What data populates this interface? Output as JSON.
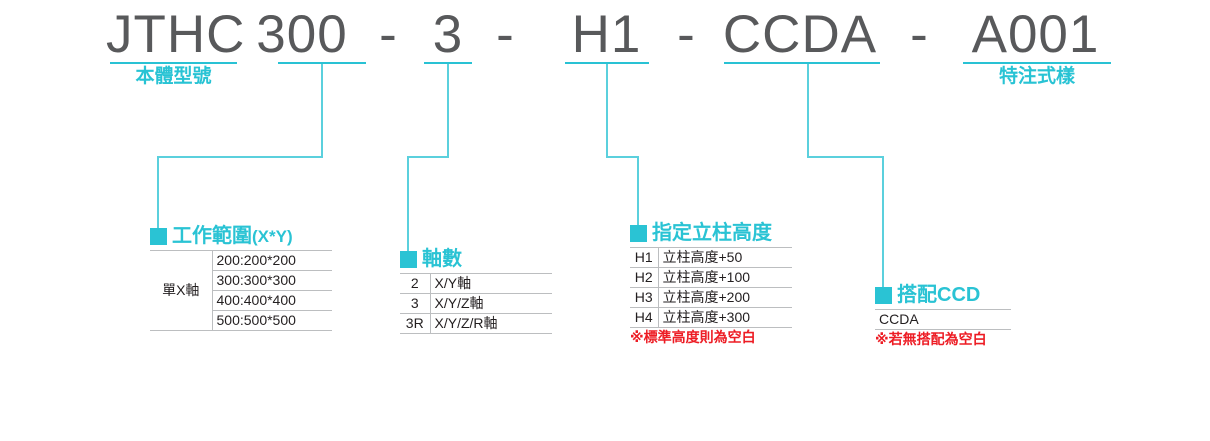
{
  "theme": {
    "accent": "#2ac3d4",
    "model_text": "#58595b",
    "note_red": "#ed1c24",
    "key_cell_bg": "#d9f0f3",
    "border": "#bcbec0"
  },
  "model_number": {
    "segments": [
      {
        "id": "body-model",
        "text": "JTHC",
        "caption": "本體型號"
      },
      {
        "id": "work-range",
        "text": "300",
        "caption": ""
      },
      {
        "id": "axis-count",
        "text": "3",
        "caption": ""
      },
      {
        "id": "column-height",
        "text": "H1",
        "caption": ""
      },
      {
        "id": "ccd-option",
        "text": "CCDA",
        "caption": ""
      },
      {
        "id": "special-spec",
        "text": "A001",
        "caption": "特注式樣"
      }
    ],
    "separator": "-"
  },
  "groups": [
    {
      "id": "work-range",
      "title": "工作範圍",
      "title_suffix": "(X*Y)",
      "span_label": "單X軸",
      "rows": [
        {
          "key": "",
          "value": "200:200*200"
        },
        {
          "key": "",
          "value": "300:300*300"
        },
        {
          "key": "",
          "value": "400:400*400"
        },
        {
          "key": "",
          "value": "500:500*500"
        }
      ],
      "note": ""
    },
    {
      "id": "axis-count",
      "title": "軸數",
      "title_suffix": "",
      "span_label": "",
      "rows": [
        {
          "key": "2",
          "value": "X/Y軸"
        },
        {
          "key": "3",
          "value": "X/Y/Z軸"
        },
        {
          "key": "3R",
          "value": "X/Y/Z/R軸"
        }
      ],
      "note": ""
    },
    {
      "id": "column-height",
      "title": "指定立柱高度",
      "title_suffix": "",
      "span_label": "",
      "rows": [
        {
          "key": "H1",
          "value": "立柱高度+50"
        },
        {
          "key": "H2",
          "value": "立柱高度+100"
        },
        {
          "key": "H3",
          "value": "立柱高度+200"
        },
        {
          "key": "H4",
          "value": "立柱高度+300"
        }
      ],
      "note": "※標準高度則為空白"
    },
    {
      "id": "ccd-option",
      "title": "搭配CCD",
      "title_suffix": "",
      "span_label": "",
      "rows": [
        {
          "key": "CCDA",
          "value": ""
        }
      ],
      "note": "※若無搭配為空白"
    }
  ]
}
